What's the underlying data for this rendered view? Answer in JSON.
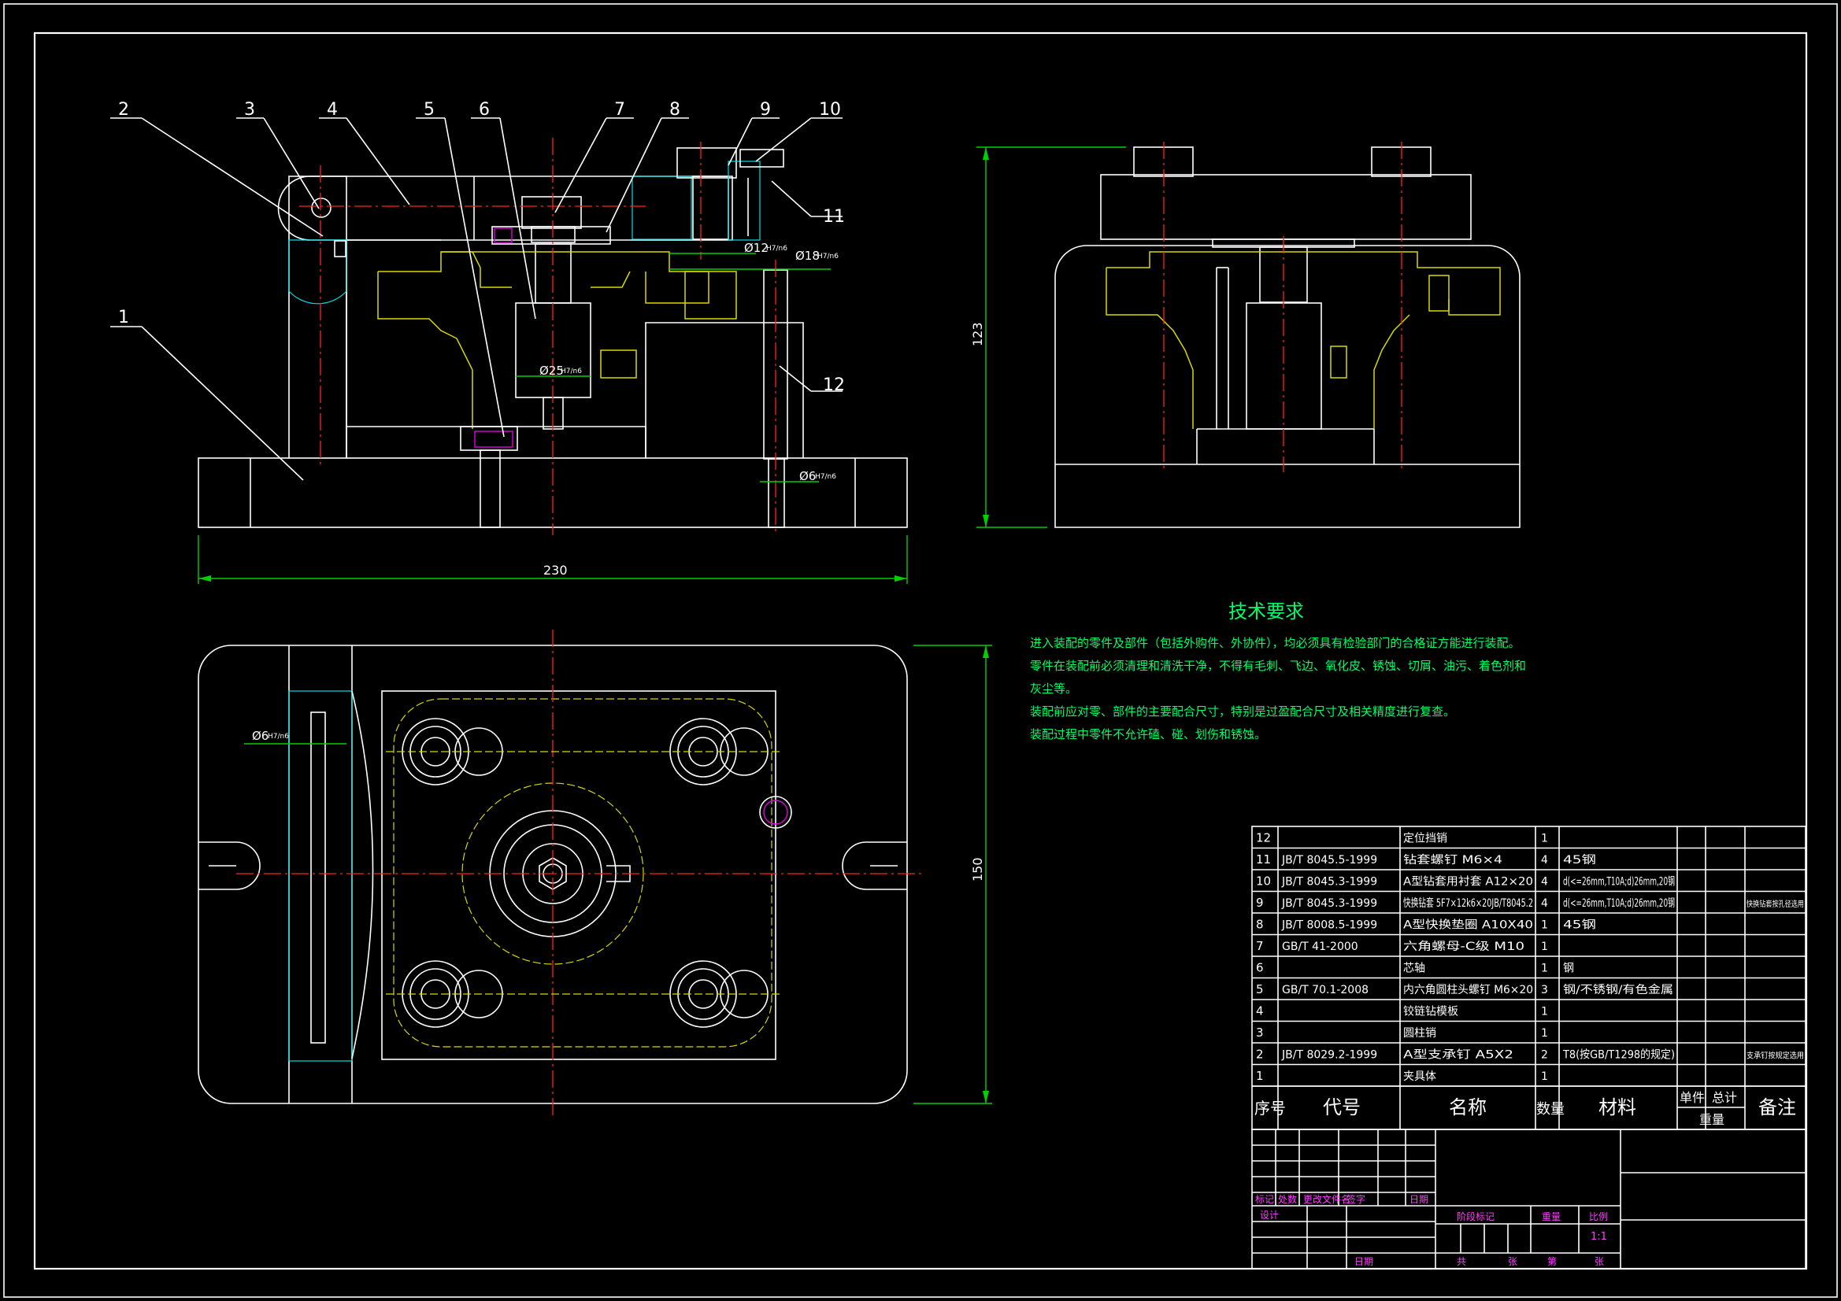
{
  "callouts": [
    "1",
    "2",
    "3",
    "4",
    "5",
    "6",
    "7",
    "8",
    "9",
    "10",
    "11",
    "12"
  ],
  "dimensions": {
    "width_front": "230",
    "height_side": "123",
    "depth_top": "150",
    "d12": "Ø12",
    "d12_tol": "H7/n6",
    "d18": "Ø18",
    "d18_tol": "H7/n6",
    "d25": "Ø25",
    "d25_tol": "H7/n6",
    "d6_front": "Ø6",
    "d6_front_tol": "H7/n6",
    "d6_top": "Ø6",
    "d6_top_tol": "H7/n6"
  },
  "tech_requirements": {
    "title": "技术要求",
    "lines": [
      "进入装配的零件及部件（包括外购件、外协件），均必须具有检验部门的合格证方能进行装配。",
      "零件在装配前必须清理和清洗干净，不得有毛刺、飞边、氧化皮、锈蚀、切屑、油污、着色剂和",
      "灰尘等。",
      "装配前应对零、部件的主要配合尺寸，特别是过盈配合尺寸及相关精度进行复查。",
      "装配过程中零件不允许磕、碰、划伤和锈蚀。"
    ]
  },
  "bom": {
    "headers": {
      "no": "序号",
      "code": "代号",
      "name": "名称",
      "qty": "数量",
      "material": "材料",
      "unit": "单件",
      "total": "总计",
      "weight": "重量",
      "remark": "备注"
    },
    "rows": [
      {
        "no": "12",
        "code": "",
        "name": "定位挡销",
        "qty": "1",
        "material": "",
        "remark": ""
      },
      {
        "no": "11",
        "code": "JB/T 8045.5-1999",
        "name": "钻套螺钉 M6×4",
        "qty": "4",
        "material": "45钢",
        "remark": ""
      },
      {
        "no": "10",
        "code": "JB/T 8045.3-1999",
        "name": "A型钻套用衬套 A12×20",
        "qty": "4",
        "material": "d(<=26mm,T10A;d)26mm,20钢",
        "remark": ""
      },
      {
        "no": "9",
        "code": "JB/T 8045.3-1999",
        "name": "快换钻套 5F7×12k6×20JB/T8045.2",
        "qty": "4",
        "material": "d(<=26mm,T10A;d)26mm,20钢",
        "remark": "快换钻套按孔径选用"
      },
      {
        "no": "8",
        "code": "JB/T 8008.5-1999",
        "name": "A型快换垫圈 A10X40",
        "qty": "1",
        "material": "45钢",
        "remark": ""
      },
      {
        "no": "7",
        "code": "GB/T 41-2000",
        "name": "六角螺母-C级 M10",
        "qty": "1",
        "material": "",
        "remark": ""
      },
      {
        "no": "6",
        "code": "",
        "name": "芯轴",
        "qty": "1",
        "material": "钢",
        "remark": ""
      },
      {
        "no": "5",
        "code": "GB/T 70.1-2008",
        "name": "内六角圆柱头螺钉 M6×20",
        "qty": "3",
        "material": "钢/不锈钢/有色金属",
        "remark": ""
      },
      {
        "no": "4",
        "code": "",
        "name": "铰链钻模板",
        "qty": "1",
        "material": "",
        "remark": ""
      },
      {
        "no": "3",
        "code": "",
        "name": "圆柱销",
        "qty": "1",
        "material": "",
        "remark": ""
      },
      {
        "no": "2",
        "code": "JB/T 8029.2-1999",
        "name": "A型支承钉 A5X2",
        "qty": "2",
        "material": "T8(按GB/T1298的规定)",
        "remark": "支承钉按规定选用"
      },
      {
        "no": "1",
        "code": "",
        "name": "夹具体",
        "qty": "1",
        "material": "",
        "remark": ""
      }
    ]
  },
  "title_block": {
    "rev_headers": [
      "标记",
      "处数",
      "更改文件名",
      "签字",
      "日期"
    ],
    "design": "设计",
    "date": "日期",
    "stage": "阶段标记",
    "weight": "重量",
    "scale": "比例",
    "scale_value": "1:1",
    "sheets_total": "共",
    "sheets_total_unit": "张",
    "sheet_no": "第",
    "sheet_no_unit": "张"
  }
}
